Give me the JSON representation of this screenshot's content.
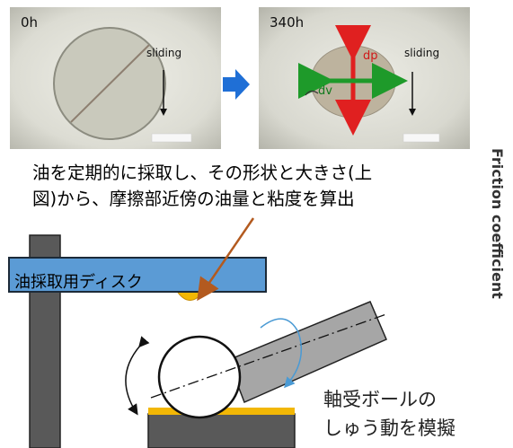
{
  "panels": [
    {
      "time": "0h",
      "sliding": "sliding"
    },
    {
      "time": "340h",
      "sliding": "sliding",
      "dp_label": "dp",
      "dv_label": "dv"
    }
  ],
  "description_lines": [
    "油を定期的に採取し、その形状と大きさ(上",
    "図)から、摩擦部近傍の油量と粘度を算出"
  ],
  "axis_label": "Friction coefficient",
  "disk_label": "油採取用ディスク",
  "bearing_label_lines": [
    "軸受ボールの",
    "しゅう動を模擬"
  ],
  "colors": {
    "disk": "#5B9BD5",
    "oil": "#F2B705",
    "rod": "#595959",
    "arm": "#A6A6A6",
    "leader": "#B35A1F",
    "arrow_blue": "#1F6FD6",
    "rotation": "#4A9AD4",
    "dp_arrow": "#E02020",
    "dv_arrow": "#1E9A2A"
  }
}
